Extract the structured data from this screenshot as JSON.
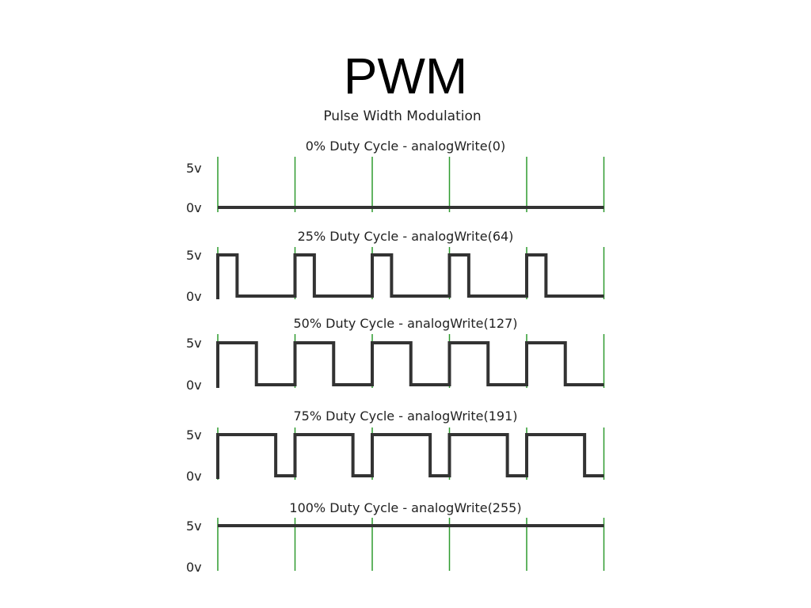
{
  "title": "PWM",
  "subtitle": "Pulse Width Modulation",
  "colors": {
    "signal": "#333333",
    "gridline": "#2e9a2e",
    "text": "#222222"
  },
  "levels": {
    "high": "5v",
    "low": "0v"
  },
  "chart_data": {
    "type": "line",
    "periods": 5,
    "panels": [
      {
        "title": "0% Duty Cycle - analogWrite(0)",
        "duty_cycle": 0
      },
      {
        "title": "25% Duty Cycle - analogWrite(64)",
        "duty_cycle": 0.25
      },
      {
        "title": "50% Duty Cycle - analogWrite(127)",
        "duty_cycle": 0.5
      },
      {
        "title": "75% Duty Cycle - analogWrite(191)",
        "duty_cycle": 0.75
      },
      {
        "title": "100% Duty Cycle - analogWrite(255)",
        "duty_cycle": 1
      }
    ]
  }
}
